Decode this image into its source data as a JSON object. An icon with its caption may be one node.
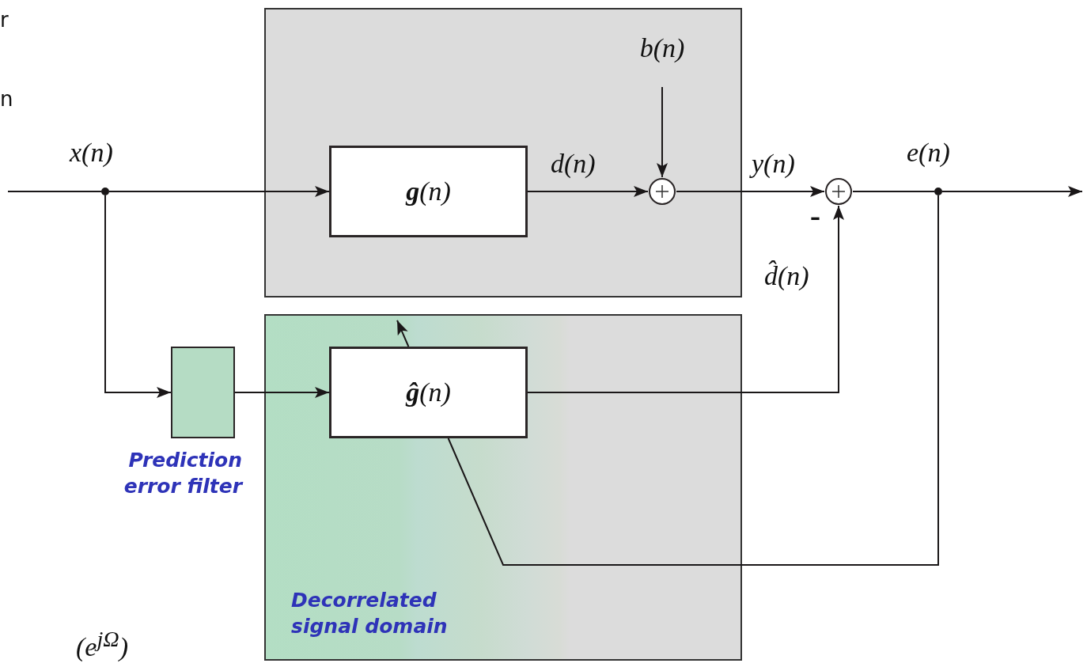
{
  "diagram": {
    "nodes": [
      {
        "text": [],
        "shape": "box"
      },
      {
        "text": [
          "**g**(n)"
        ],
        "in": 0
      },
      {
        "text": [],
        "shape": "circle",
        "in": 0
      },
      {
        "text": [
          "b(n)"
        ],
        "in": 0
      },
      {
        "text": [],
        "shape": "circle",
        "beside": [
          "x(n)"
        ]
      },
      {
        "text": [],
        "shape": "box",
        "beside": [
          "Prediction error filter"
        ]
      },
      {
        "text": [
          "Decorrelated signal domain"
        ]
      },
      {
        "text": [
          "**ĝ**(n)"
        ],
        "in": 6
      },
      {
        "text": [],
        "shape": "circle"
      },
      {
        "text": [],
        "shape": "circle",
        "beside": [
          "e(n)"
        ]
      }
    ],
    "edges": [
      {
        "from": null,
        "to": 4,
        "arrow": "none"
      },
      {
        "from": 4,
        "to": 1,
        "arrow": "to"
      },
      {
        "from": 1,
        "to": 2,
        "arrow": "to",
        "label": "d(n)"
      },
      {
        "from": 3,
        "to": 2,
        "arrow": "to"
      },
      {
        "from": 2,
        "to": 8,
        "arrow": "to",
        "label": "y(n)"
      },
      {
        "from": 8,
        "to": 9,
        "arrow": "none"
      },
      {
        "from": 9,
        "to": null,
        "arrow": "to"
      },
      {
        "from": 4,
        "to": 5,
        "arrow": "to"
      },
      {
        "from": 5,
        "to": 7,
        "arrow": "to"
      },
      {
        "from": 7,
        "to": 8,
        "arrow": "to",
        "label": "d̂(n)"
      },
      {
        "from": 9,
        "to": 7,
        "arrow": "none"
      },
      {
        "from": 7,
        "to": null,
        "arrow": "to"
      }
    ],
    "labels": [
      "r",
      "n",
      "–",
      "(e$^{jΩ}$)"
    ]
  }
}
